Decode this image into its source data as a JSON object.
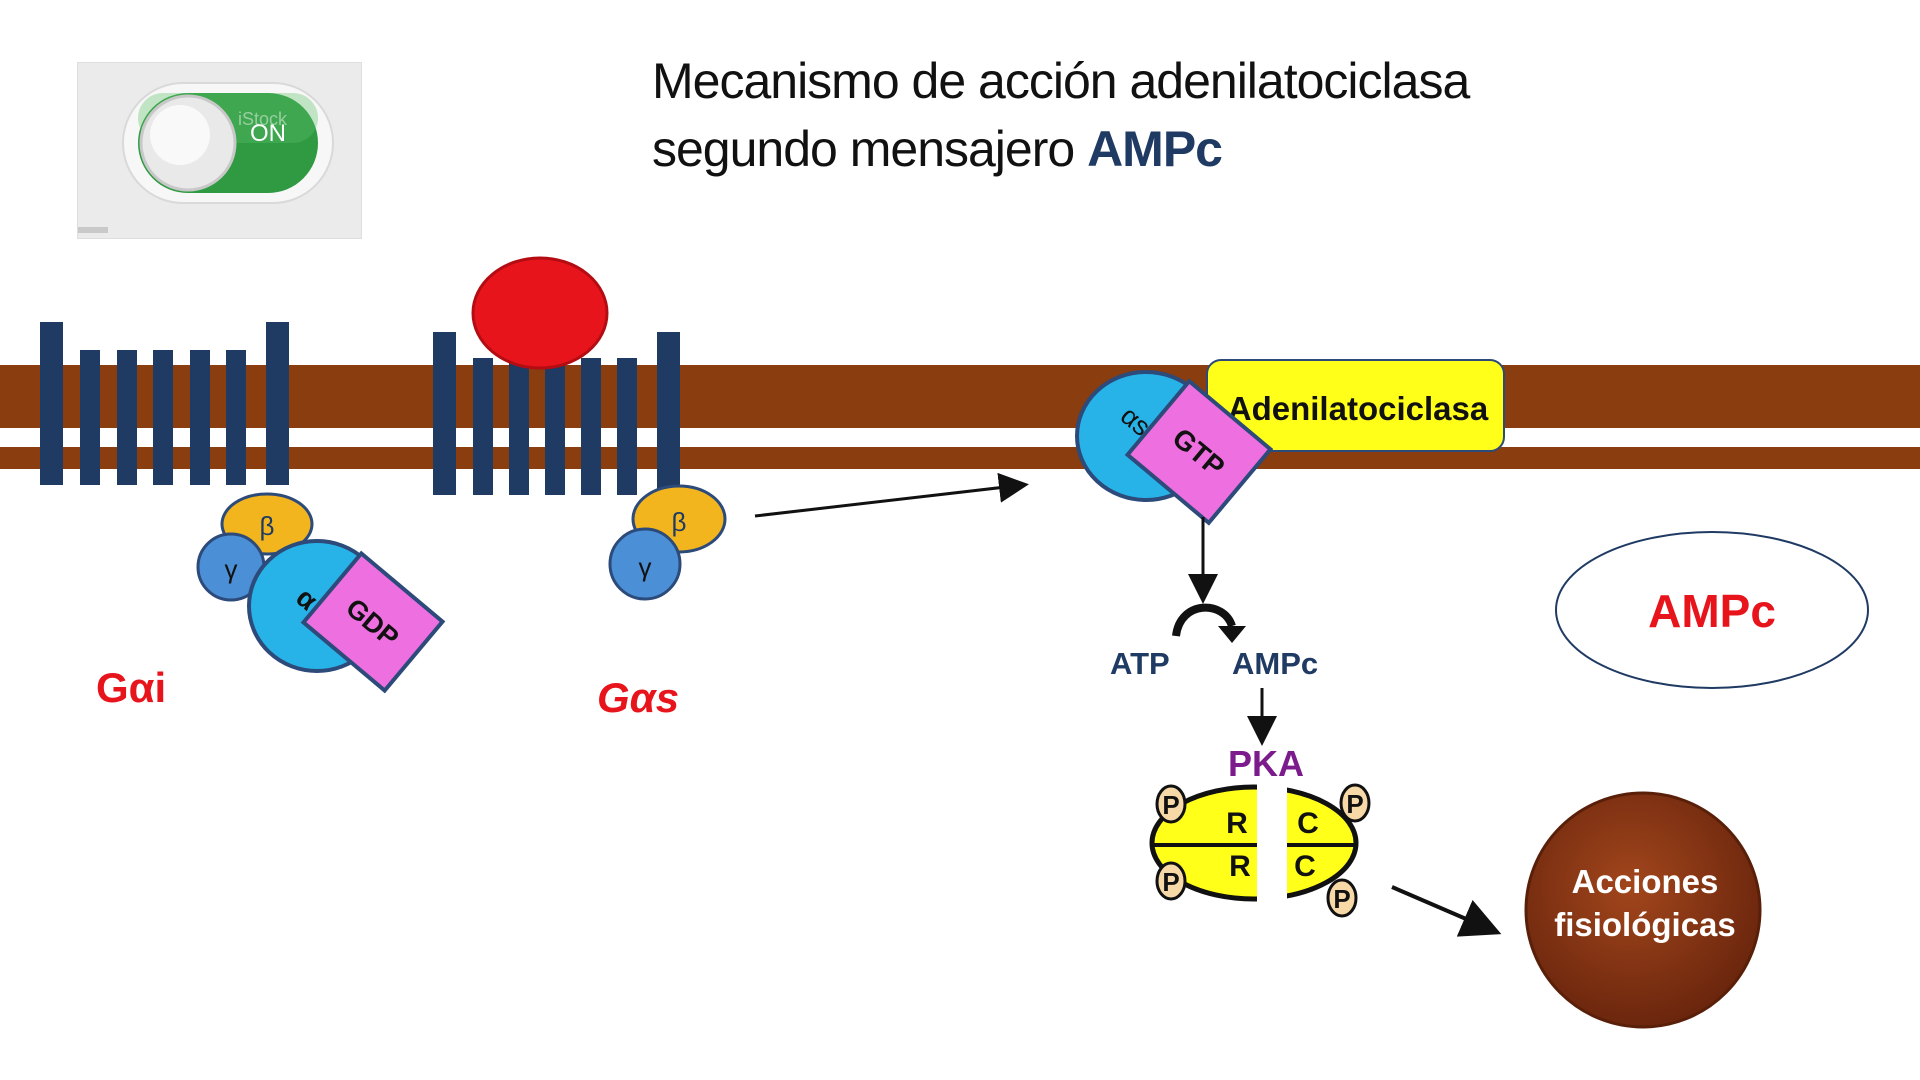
{
  "title": {
    "line1": "Mecanismo de acción adenilatociclasa",
    "line2_prefix": "segundo mensajero ",
    "line2_accent": "AMPc"
  },
  "toggle": {
    "label": "ON",
    "watermark": "iStock",
    "state": "on",
    "color": "#2f9a42"
  },
  "g_inhibitory": {
    "label": "Gαi",
    "beta": "β",
    "gamma": "γ",
    "alpha": "α",
    "nucleotide": "GDP"
  },
  "g_stimulatory": {
    "label": "Gαs",
    "beta": "β",
    "gamma": "γ"
  },
  "active_complex": {
    "alpha": "αs",
    "nucleotide": "GTP",
    "enzyme": "Adenilatociclasa"
  },
  "reaction": {
    "substrate": "ATP",
    "product": "AMPc"
  },
  "pka": {
    "label": "PKA",
    "regulatory": "R",
    "catalytic": "C",
    "phosphate": "P"
  },
  "result": {
    "line1": "Acciones",
    "line2": "fisiológicas"
  },
  "callout": {
    "label": "AMPc"
  },
  "colors": {
    "membrane": "#8a3d0e",
    "receptor": "#1f3a63",
    "ligand": "#e8141c",
    "alpha": "#27b3e8",
    "beta": "#f2b51d",
    "gamma": "#4b8fd6",
    "nucleotide": "#ee6fe0",
    "enzyme": "#ffff1a",
    "label_red": "#e8141c",
    "pka_label": "#7b1b8c",
    "result": "#7a2e12",
    "text_navy": "#1f3a63"
  }
}
